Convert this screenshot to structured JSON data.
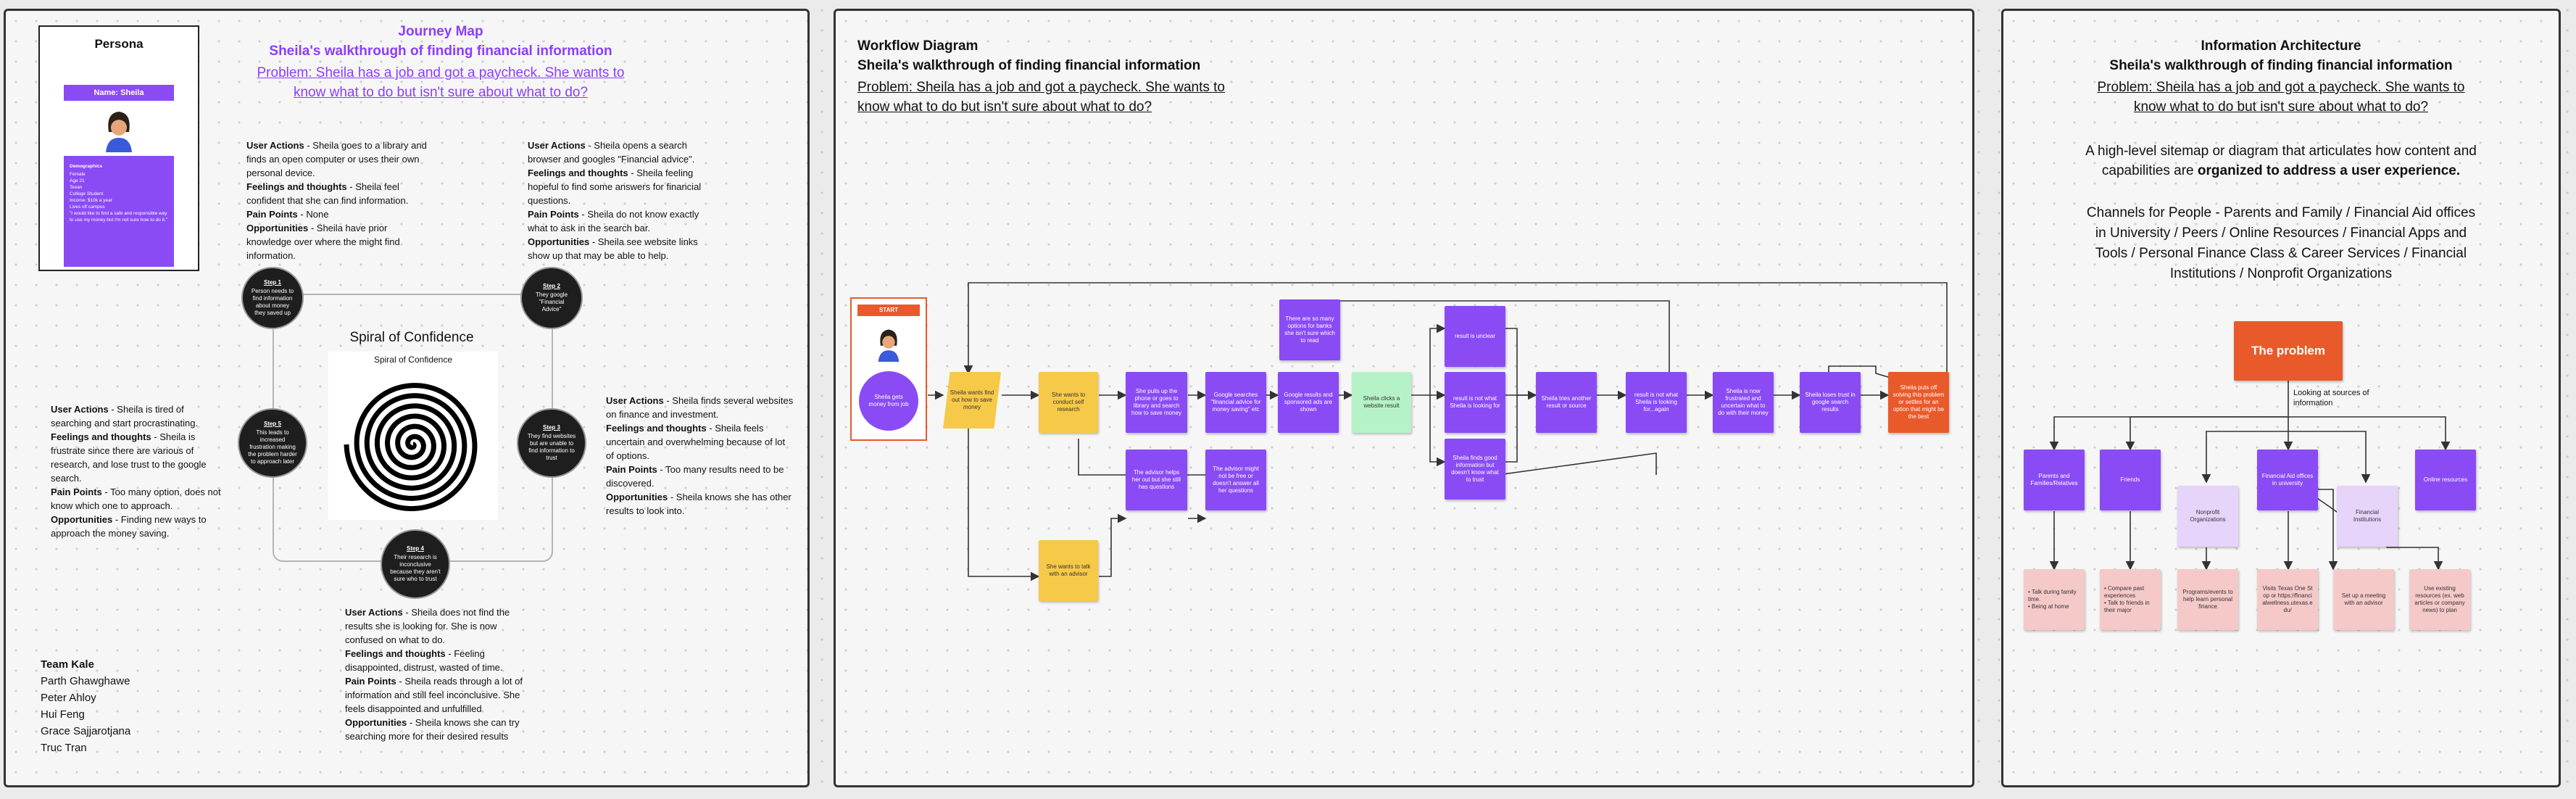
{
  "journey": {
    "title": "Journey Map",
    "subtitle": "Sheila's walkthrough of finding financial information",
    "problem": "Problem: Sheila has a job and got a paycheck. She wants to know what to do but isn't sure about what to do?",
    "persona": {
      "title": "Persona",
      "name": "Name: Sheila",
      "demo_head": "Demographics",
      "demo": [
        "Female",
        "Age 21",
        "Texan",
        "College Student",
        "Income: $10k a year",
        "Lives off campus",
        "\"I would like to find a safe and responsible way to use my money but I'm not sure how to do it.\""
      ]
    },
    "spiral": {
      "title": "Spiral of Confidence",
      "inner": "Spiral of Confidence"
    },
    "steps": [
      {
        "label": "Step 1",
        "text": "Person needs to find information about money they saved up"
      },
      {
        "label": "Step 2",
        "text": "They google \"Financial Advice\""
      },
      {
        "label": "Step 3",
        "text": "They find websites but are unable to find information to trust"
      },
      {
        "label": "Step 4",
        "text": "Their research is inconclusive because they aren't sure who to trust"
      },
      {
        "label": "Step 5",
        "text": "This leads to increased frustration making the problem harder to approach later"
      }
    ],
    "notes": [
      {
        "ua": "Sheila goes to a library and finds an open computer or uses their own personal device.",
        "ft": "Sheila feel confident that she can find information.",
        "pp": "None",
        "op": "Sheila have prior knowledge over where the might find information."
      },
      {
        "ua": "Sheila opens a search browser and googles \"Financial advice\".",
        "ft": "Sheila feeling hopeful to find some answers for financial questions.",
        "pp": "Sheila do not know exactly what to ask in the search bar.",
        "op": "Sheila see website links show up that may be able to help."
      },
      {
        "ua": "Sheila finds several websites on finance and investment.",
        "ft": "Sheila feels uncertain and overwhelming because of lot of options.",
        "pp": "Too many results need to be discovered.",
        "op": "Sheila knows she has other results to look into."
      },
      {
        "ua": "Sheila does not find the results she is looking for. She is now confused on what to do.",
        "ft": "Feeling disappointed, distrust, wasted of time.",
        "pp": "Sheila reads through a lot of information and still feel inconclusive. She feels disappointed and unfulfilled",
        "op": "Sheila knows she can try searching more for their desired results"
      },
      {
        "ua": "Sheila is tired of searching and start procrastinating.",
        "ft": "Sheila is frustrate since there are various of research, and lose trust to the google search.",
        "pp": "Too many option, does not know which one to approach.",
        "op": "Finding new ways to approach the money saving."
      }
    ],
    "labels": {
      "ua": "User Actions",
      "ft": "Feelings and thoughts",
      "pp": "Pain Points",
      "op": "Opportunities"
    },
    "team_title": "Team Kale",
    "team": [
      "Parth Ghawghawe",
      "Peter Ahloy",
      "Hui Feng",
      "Grace Sajjarotjana",
      "Truc Tran"
    ]
  },
  "workflow": {
    "title": "Workflow Diagram",
    "subtitle": "Sheila's walkthrough of finding financial information",
    "problem": "Problem: Sheila has a job and got a paycheck. She wants to know what to do but isn't sure about what to do?",
    "start_label": "START",
    "start_text": "Sheila gets money from job",
    "nodes": {
      "wants_find": "Sheila wants find out how to save money",
      "self_research": "She wants to conduct self research",
      "pulls_up": "She pulls up the phone or goes to library and search how to save money",
      "google_search": "Google searches \"financial advice for money saving\" etc",
      "google_results": "Google results and sponsored ads are shown",
      "many_options": "There are so many options for banks she isn't sure which to read",
      "clicks": "Sheila clicks a website result",
      "unclear_top": "result is unclear",
      "not_what": "result is not what Sheila is looking for",
      "good_info": "Sheila finds good information but doesn't know what to trust",
      "tries_another": "Sheila tries another result or source",
      "not_what2": "result is not what Sheila is looking for...again",
      "more_frustrated": "Sheila is now frustrated and uncertain what to do with their money",
      "loses_trust": "Sheila loses trust in google search results",
      "gives_up": "Sheila puts off solving this problem or settles for an option that might be the best",
      "talk_advisor": "She wants to talk with an advisor",
      "advisor_helps": "The advisor helps her out but she still has questions",
      "advisor_might": "The advisor might not be free or doesn't answer all her questions"
    }
  },
  "ia": {
    "title": "Information Architecture",
    "subtitle": "Sheila's walkthrough of finding financial information",
    "problem": "Problem: Sheila has a job and got a paycheck. She wants to know what to do but isn't sure about what to do?",
    "desc_a": "A high-level sitemap or diagram that articulates how content and capabilities are ",
    "desc_b": "organized to address a user experience.",
    "channels": "Channels for People - Parents and Family  / Financial Aid offices in University / Peers / Online Resources / Financial Apps and Tools / Personal Finance Class & Career Services  / Financial Institutions / Nonprofit Organizations",
    "problem_box": "The problem",
    "looking": "Looking at sources of information",
    "nodes": {
      "parents": "Parents and Families/Relatives",
      "friends": "Friends",
      "nonprofit": "Nonprofit Organizations",
      "finaid": "Financial Aid offices in university",
      "fininst": "Financial Institutions",
      "online": "Online resources"
    },
    "leaves": {
      "l1": "• Talk during family time.\n• Being at home",
      "l2": "• Compare past experiences\n• Talk to friends in their major",
      "l3": "Programs/events to help learn personal finance",
      "l4": "Visits Texas One Stop or https://financialwellness.utexas.edu/",
      "l5": "Set up a meeting with an advisor",
      "l6": "Use existing resources (ex. web articles or company news) to plan"
    }
  },
  "colors": {
    "purple": "#8b3dff",
    "box_purple": "#8a4bf5",
    "orange": "#e95a2b",
    "yellow": "#f7c948",
    "green": "#b6f2c7"
  }
}
